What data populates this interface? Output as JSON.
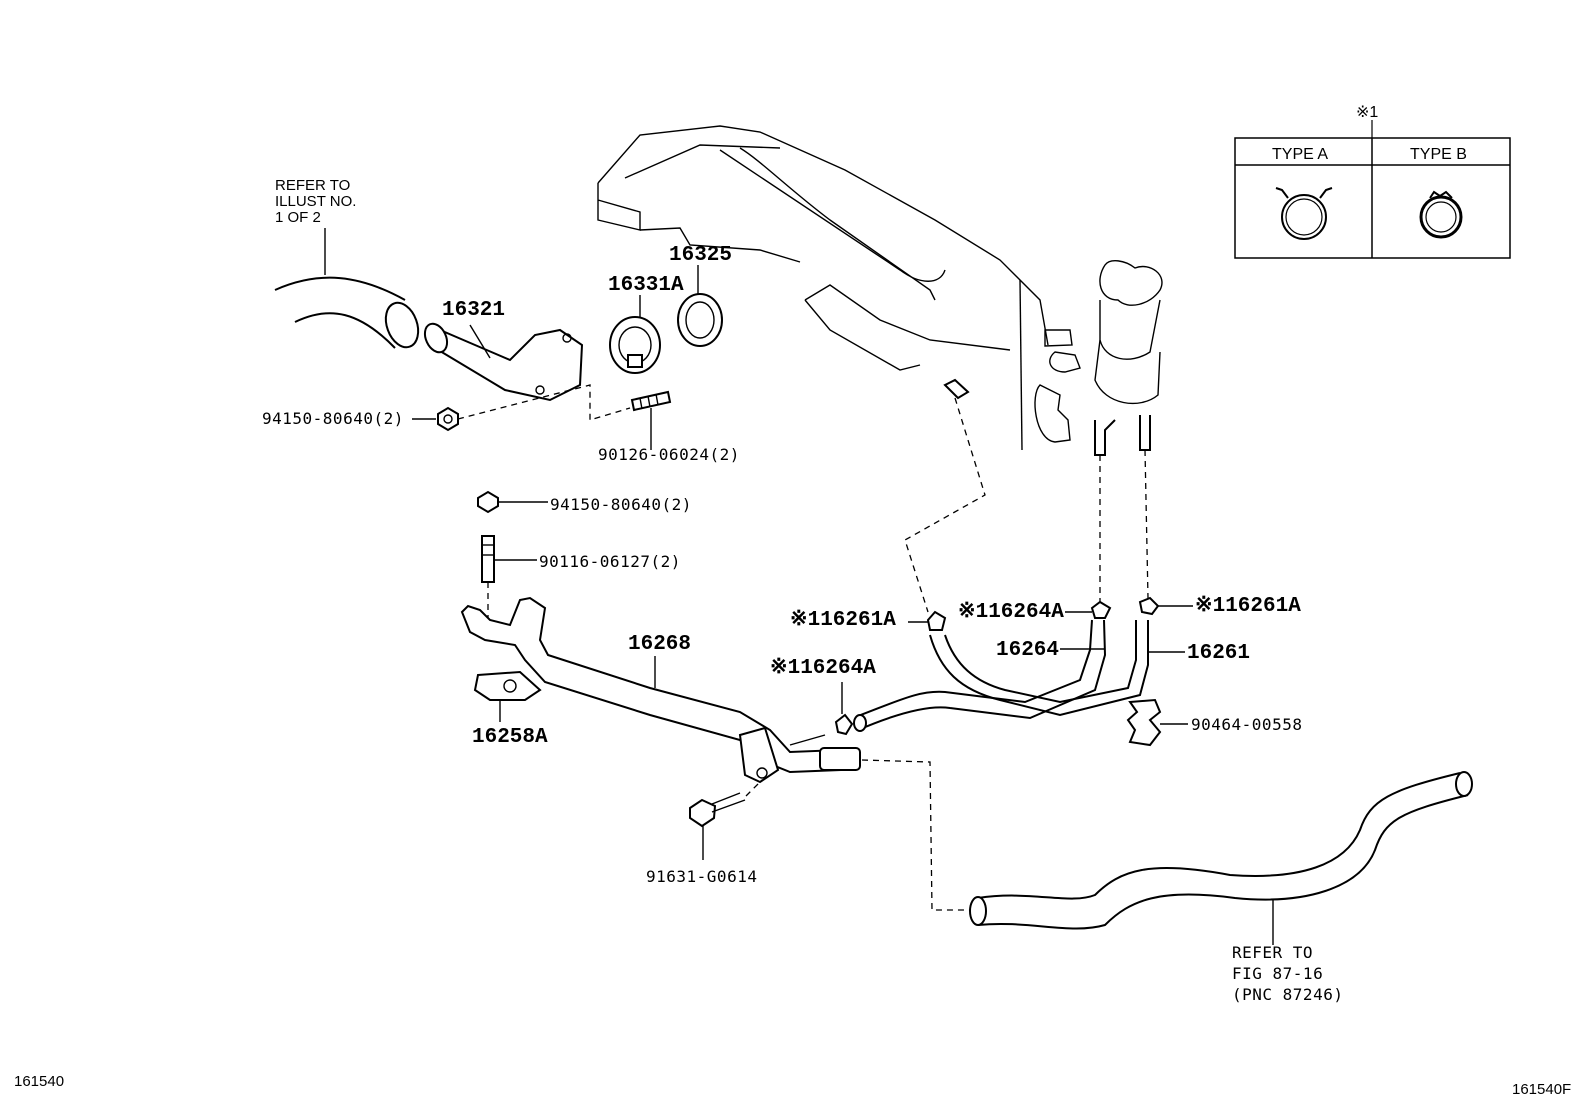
{
  "refer_top": {
    "line1": "REFER  TO",
    "line2": "ILLUST  NO.",
    "line3": "1 OF 2"
  },
  "refer_bottom": {
    "line1": "REFER TO",
    "line2": "FIG 87-16",
    "line3": "(PNC 87246)"
  },
  "legend": {
    "marker": "※1",
    "type_a": "TYPE A",
    "type_b": "TYPE B"
  },
  "parts": {
    "p16321": "16321",
    "p16331a": "16331A",
    "p16325": "16325",
    "p94150_top": "94150-80640(2)",
    "p90126": "90126-06024(2)",
    "p94150_mid": "94150-80640(2)",
    "p90116": "90116-06127(2)",
    "p16268": "16268",
    "p16258a": "16258A",
    "p91631": "91631-G0614",
    "p16264a_left": "※116264A",
    "p16261a_left": "※116261A",
    "p16264a_mid": "※116264A",
    "p16261a_right": "※116261A",
    "p16264": "16264",
    "p16261": "16261",
    "p90464": "90464-00558"
  },
  "footer": {
    "left_code": "161540",
    "right_code": "161540F"
  }
}
